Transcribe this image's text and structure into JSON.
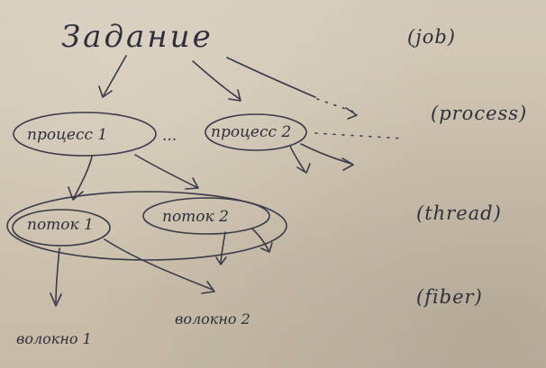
{
  "diagram": {
    "root": {
      "label": "Задание"
    },
    "processes": [
      {
        "label": "процесс 1"
      },
      {
        "label": "процесс 2"
      }
    ],
    "process_ellipsis": "...",
    "threads": [
      {
        "label": "поток 1"
      },
      {
        "label": "поток 2"
      }
    ],
    "fibers": [
      {
        "label": "волокно 1"
      },
      {
        "label": "волокно 2"
      }
    ],
    "levels": {
      "job": "(job)",
      "process": "(process)",
      "thread": "(thread)",
      "fiber": "(fiber)"
    }
  }
}
